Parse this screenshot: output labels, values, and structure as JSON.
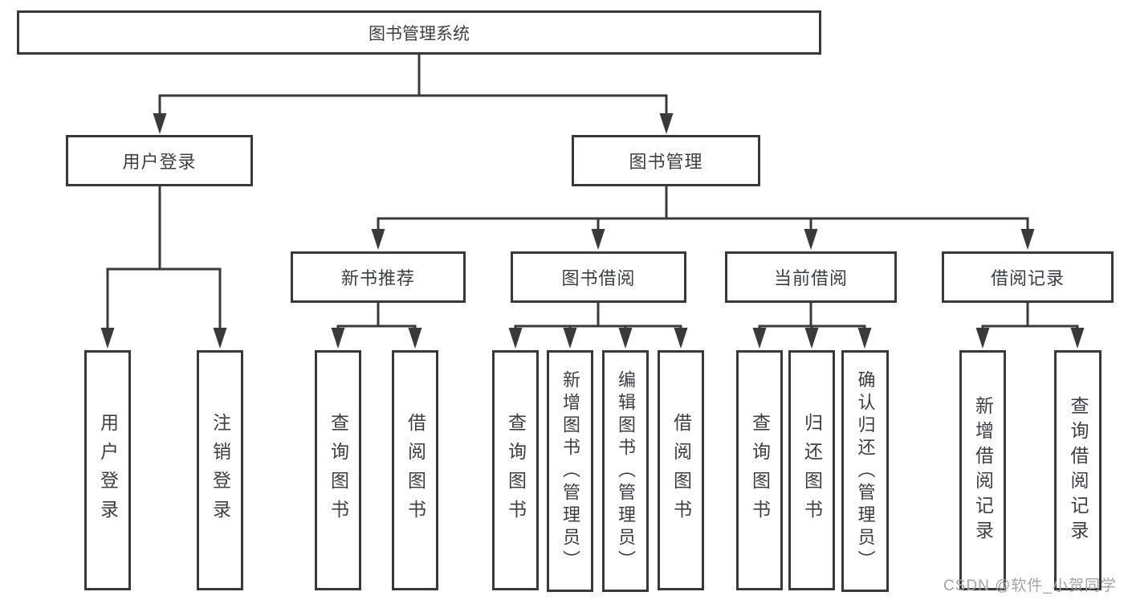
{
  "diagram": {
    "root": {
      "label": "图书管理系统"
    },
    "level2": [
      {
        "id": "user-login",
        "label": "用户登录"
      },
      {
        "id": "book-management",
        "label": "图书管理"
      }
    ],
    "level3": [
      {
        "id": "new-book-recommendation",
        "label": "新书推荐",
        "parent": "图书管理"
      },
      {
        "id": "book-borrowing",
        "label": "图书借阅",
        "parent": "图书管理"
      },
      {
        "id": "current-borrowing",
        "label": "当前借阅",
        "parent": "图书管理"
      },
      {
        "id": "borrowing-records",
        "label": "借阅记录",
        "parent": "图书管理"
      }
    ],
    "leaves": [
      {
        "parent": "用户登录",
        "label": "用户登录"
      },
      {
        "parent": "用户登录",
        "label": "注销登录"
      },
      {
        "parent": "新书推荐",
        "label": "查询图书"
      },
      {
        "parent": "新书推荐",
        "label": "借阅图书"
      },
      {
        "parent": "图书借阅",
        "label": "查询图书"
      },
      {
        "parent": "图书借阅",
        "label": "新增图书（管理员）"
      },
      {
        "parent": "图书借阅",
        "label": "编辑图书（管理员）"
      },
      {
        "parent": "图书借阅",
        "label": "借阅图书"
      },
      {
        "parent": "当前借阅",
        "label": "查询图书"
      },
      {
        "parent": "当前借阅",
        "label": "归还图书"
      },
      {
        "parent": "当前借阅",
        "label": "确认归还（管理员）"
      },
      {
        "parent": "借阅记录",
        "label": "新增借阅记录"
      },
      {
        "parent": "借阅记录",
        "label": "查询借阅记录"
      }
    ],
    "watermark": {
      "text": "CSDN @软件_小贺同学"
    },
    "colors": {
      "line": "#3a3a3a",
      "border": "#36383b",
      "text": "#3b3e43",
      "background": "#ffffff",
      "watermark": "#a3a3a3"
    }
  }
}
